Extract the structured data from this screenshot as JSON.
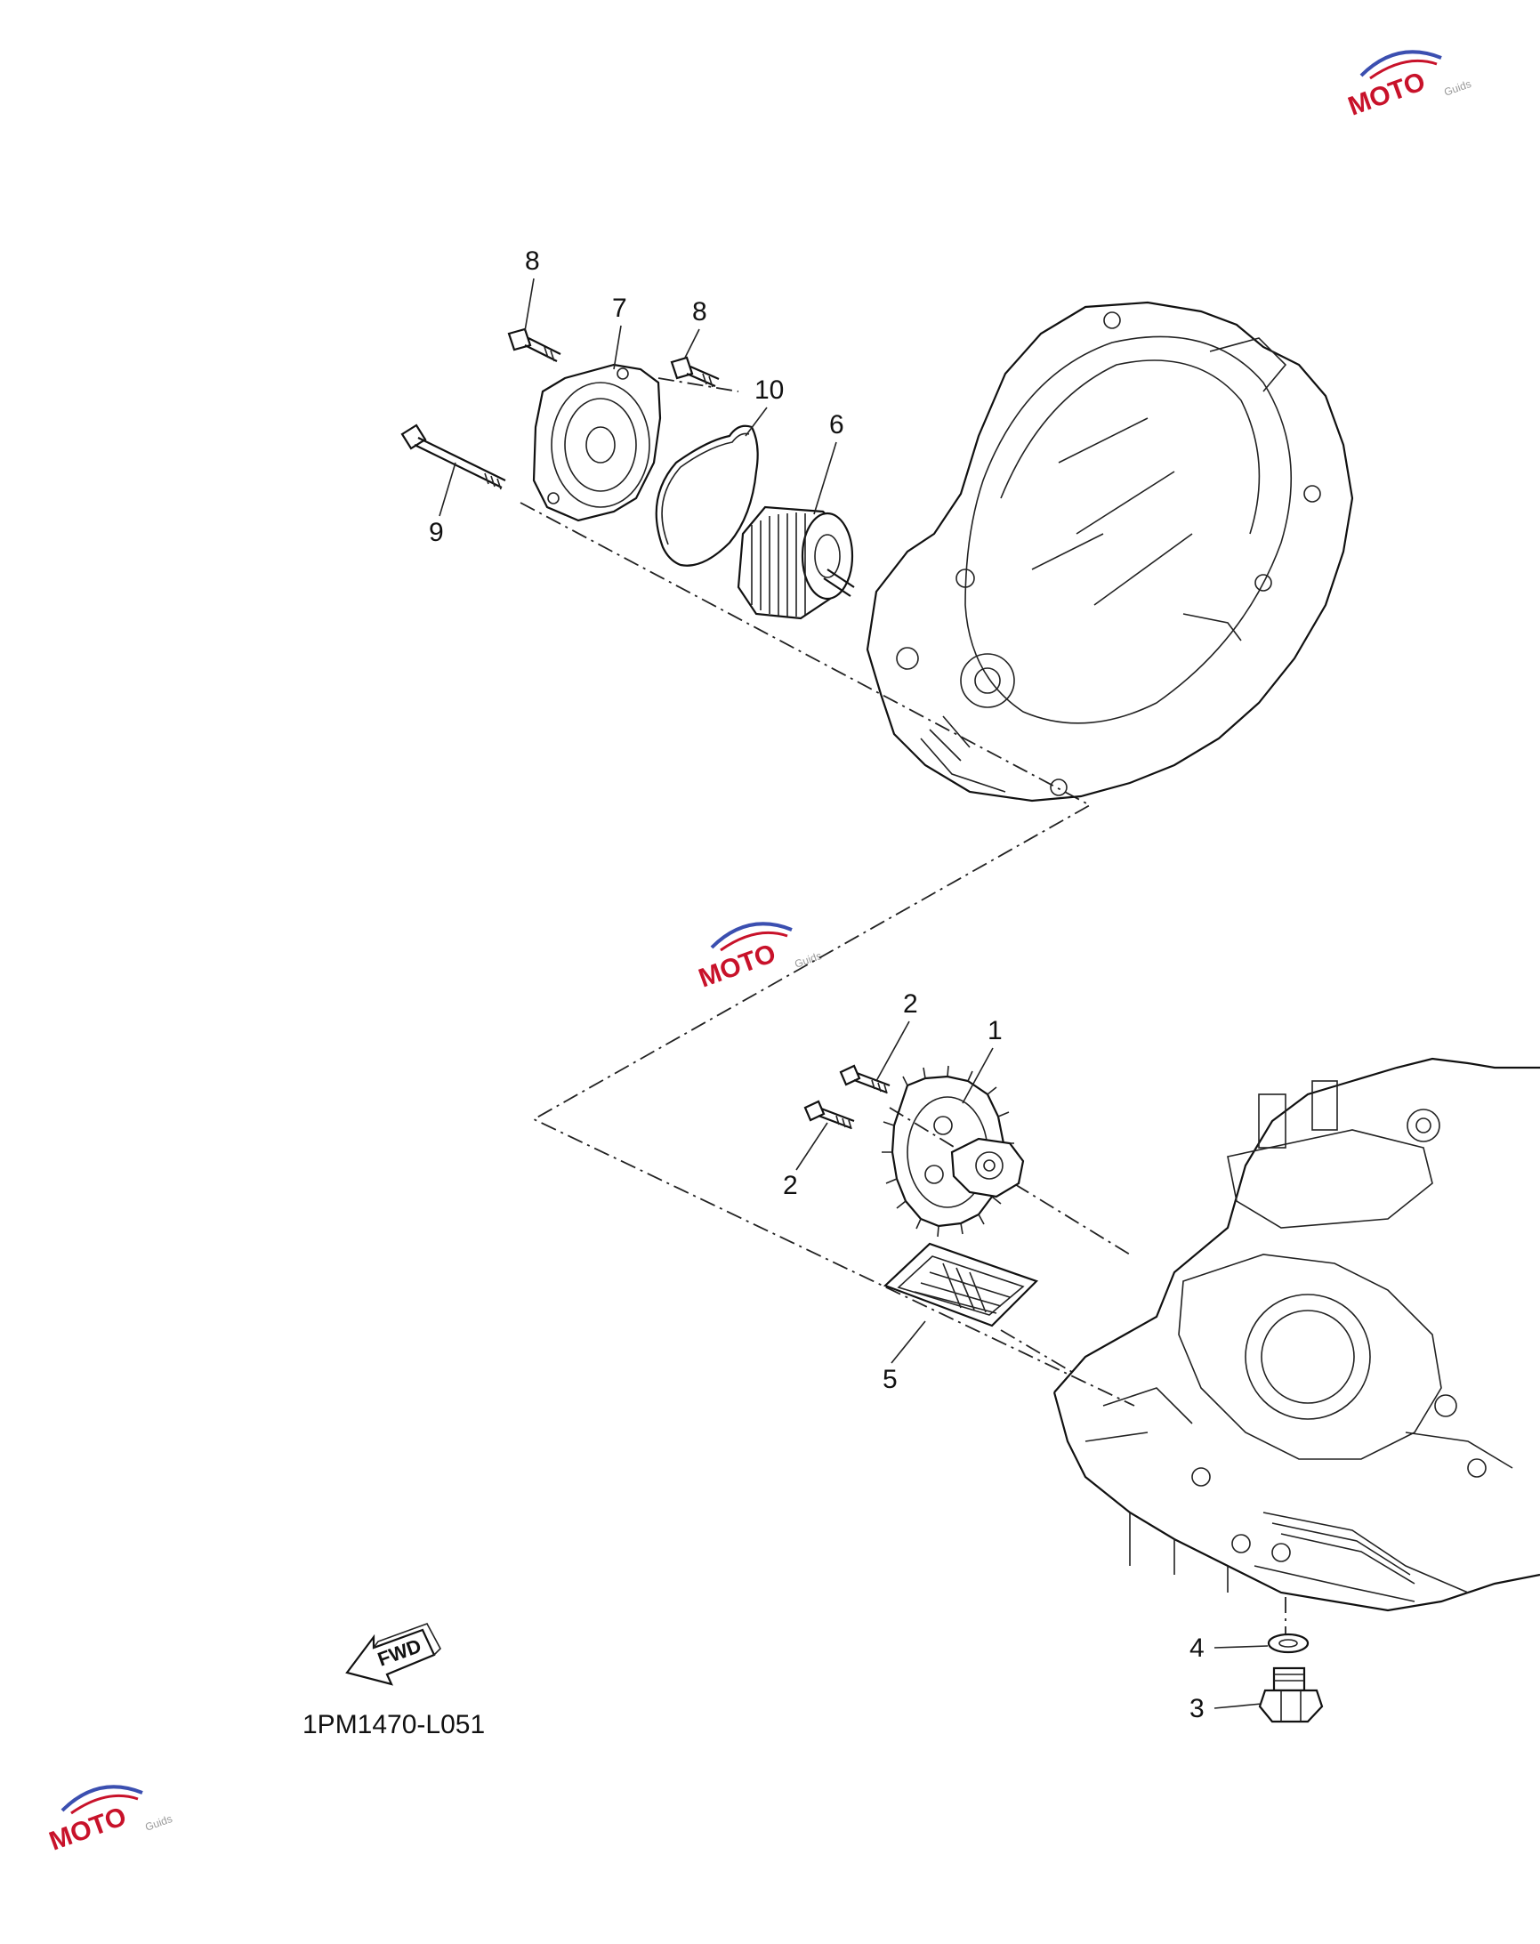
{
  "diagram": {
    "drawing_code": "1PM1470-L051",
    "fwd_label": "FWD",
    "callouts": [
      {
        "id": "c8a",
        "label": "8"
      },
      {
        "id": "c7",
        "label": "7"
      },
      {
        "id": "c8b",
        "label": "8"
      },
      {
        "id": "c10",
        "label": "10"
      },
      {
        "id": "c6",
        "label": "6"
      },
      {
        "id": "c9",
        "label": "9"
      },
      {
        "id": "c2a",
        "label": "2"
      },
      {
        "id": "c1",
        "label": "1"
      },
      {
        "id": "c2b",
        "label": "2"
      },
      {
        "id": "c5",
        "label": "5"
      },
      {
        "id": "c4",
        "label": "4"
      },
      {
        "id": "c3",
        "label": "3"
      }
    ]
  },
  "watermark": {
    "text": "MOTO",
    "subtext": "Guids",
    "colors": {
      "accent": "#c8122a",
      "secondary": "#3b4fb0"
    }
  }
}
